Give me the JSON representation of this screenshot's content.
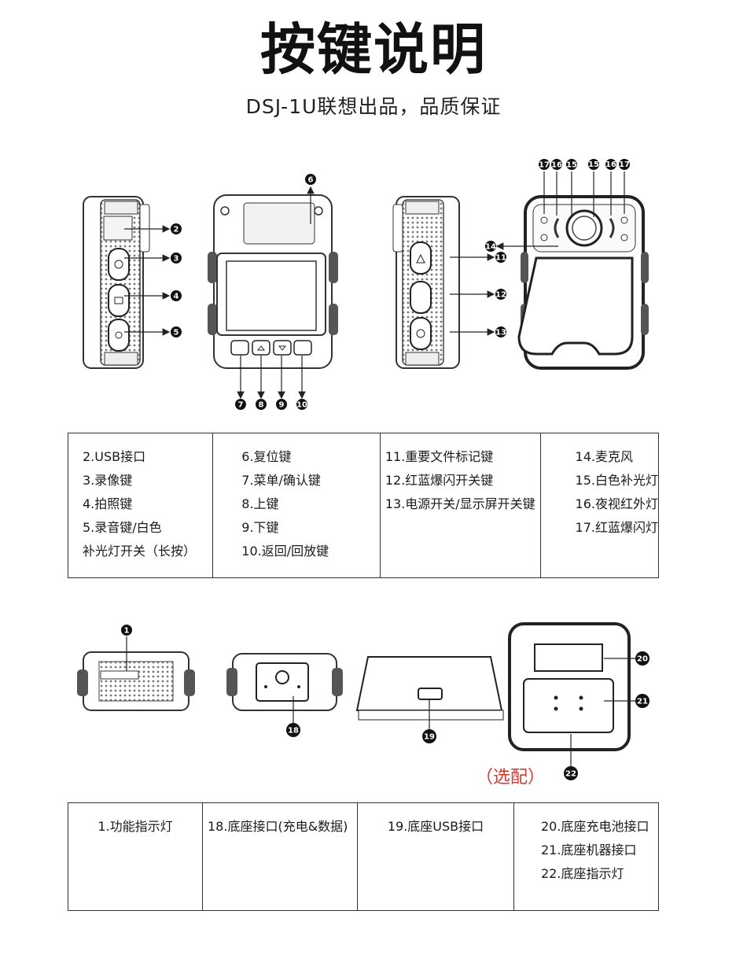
{
  "title": "按键说明",
  "subtitle": "DSJ-1U联想出品，品质保证",
  "callouts_top": [
    "2",
    "3",
    "4",
    "5",
    "6",
    "7",
    "8",
    "9",
    "10",
    "11",
    "12",
    "13",
    "14",
    "15",
    "16",
    "17"
  ],
  "callouts_bottom": [
    "1",
    "18",
    "19",
    "20",
    "21",
    "22"
  ],
  "optional_label": "（选配）",
  "table1": {
    "col1": [
      "2.USB接口",
      "3.录像键",
      "4.拍照键",
      "5.录音键/白色",
      "补光灯开关（长按）"
    ],
    "col2": [
      "6.复位键",
      "7.菜单/确认键",
      "8.上键",
      "9.下键",
      "10.返回/回放键"
    ],
    "col3": [
      "11.重要文件标记键",
      "12.红蓝爆闪开关键",
      "13.电源开关/显示屏开关键"
    ],
    "col4": [
      "14.麦克风",
      "15.白色补光灯",
      "16.夜视红外灯",
      "17.红蓝爆闪灯"
    ]
  },
  "table2": {
    "col1": [
      "1.功能指示灯"
    ],
    "col2": [
      "18.底座接口(充电&数据)"
    ],
    "col3": [
      "19.底座USB接口"
    ],
    "col4": [
      "20.底座充电池接口",
      "21.底座机器接口",
      "22.底座指示灯"
    ]
  }
}
